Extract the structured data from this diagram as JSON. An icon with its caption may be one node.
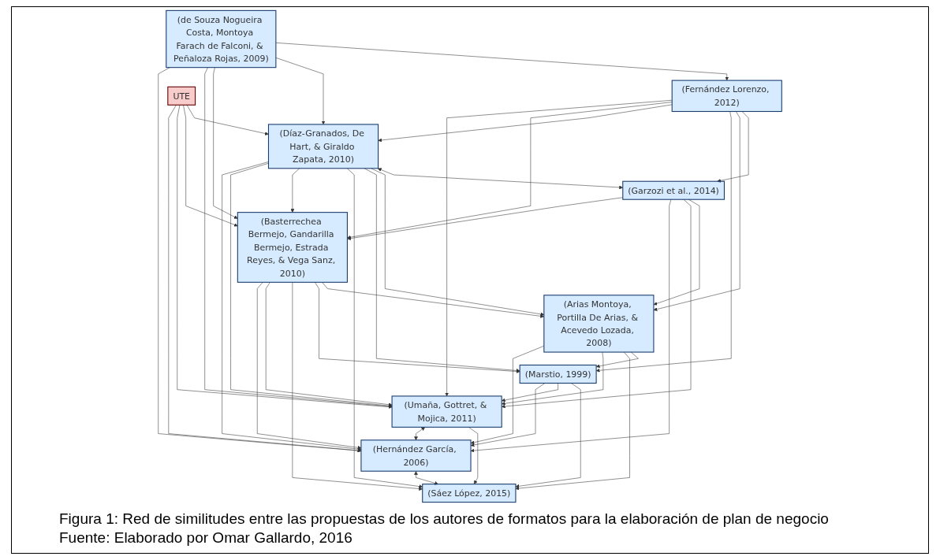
{
  "diagram": {
    "caption": "Figura 1: Red de similitudes entre las propuestas de los autores de formatos para la elaboración de plan de negocio",
    "nodes": [
      {
        "text": [
          "(Arias Montoya, Portilla De Arias, & Acevedo Lozada, 2008)"
        ]
      },
      {
        "text": [
          "(Garzozi et al., 2014)"
        ]
      },
      {
        "text": [
          "(Marstio, 1999)"
        ]
      },
      {
        "text": [
          "(Fernández Lorenzo, 2012)"
        ]
      },
      {
        "text": [
          "(Sáez López, 2015)"
        ]
      },
      {
        "text": [
          "(Basterrechea Bermejo, Gandarilla Bermejo, Estrada Reyes, & Vega Sanz, 2010)"
        ]
      },
      {
        "text": [
          "(Díaz-Granados, De Hart, & Giraldo Zapata, 2010)"
        ]
      },
      {
        "text": [
          "(de Souza Nogueira Costa, Montoya Farach de Falconi, & Peñaloza Rojas, 2009)"
        ]
      },
      {
        "text": [
          "(Umaña, Gottret, & Mojica, 2011)"
        ]
      },
      {
        "text": [
          "(Hernández García, 2006)"
        ]
      },
      {
        "text": [
          "UTE"
        ]
      }
    ],
    "edges": [
      {
        "from": 3,
        "to": 1,
        "arrow": "to"
      },
      {
        "from": 3,
        "to": 0,
        "arrow": "to"
      },
      {
        "from": 3,
        "to": 2,
        "arrow": "to"
      },
      {
        "from": 7,
        "to": 3,
        "arrow": "to"
      },
      {
        "from": 3,
        "to": 6,
        "arrow": "to"
      },
      {
        "from": 3,
        "to": 5,
        "arrow": "to"
      },
      {
        "from": 3,
        "to": 8,
        "arrow": "to"
      },
      {
        "from": 1,
        "to": 0,
        "arrow": "to"
      },
      {
        "from": 6,
        "to": 1,
        "arrow": "both"
      },
      {
        "from": 1,
        "to": 8,
        "arrow": "to"
      },
      {
        "from": 1,
        "to": 9,
        "arrow": "to"
      },
      {
        "from": 1,
        "to": 5,
        "arrow": "to"
      },
      {
        "from": 0,
        "to": 2,
        "arrow": "to"
      },
      {
        "from": 0,
        "to": 4,
        "arrow": "to"
      },
      {
        "from": 0,
        "to": 8,
        "arrow": "to"
      },
      {
        "from": 0,
        "to": 9,
        "arrow": "to"
      },
      {
        "from": 6,
        "to": 0,
        "arrow": "to"
      },
      {
        "from": 5,
        "to": 0,
        "arrow": "to"
      },
      {
        "from": 2,
        "to": 4,
        "arrow": "to"
      },
      {
        "from": 2,
        "to": 8,
        "arrow": "to"
      },
      {
        "from": 2,
        "to": 9,
        "arrow": "to"
      },
      {
        "from": 6,
        "to": 2,
        "arrow": "to"
      },
      {
        "from": 5,
        "to": 2,
        "arrow": "to"
      },
      {
        "from": 5,
        "to": 4,
        "arrow": "to"
      },
      {
        "from": 6,
        "to": 4,
        "arrow": "to"
      },
      {
        "from": 8,
        "to": 4,
        "arrow": "to"
      },
      {
        "from": 9,
        "to": 4,
        "arrow": "both"
      },
      {
        "from": 7,
        "to": 6,
        "arrow": "to"
      },
      {
        "from": 7,
        "to": 5,
        "arrow": "to"
      },
      {
        "from": 7,
        "to": 8,
        "arrow": "to"
      },
      {
        "from": 7,
        "to": 9,
        "arrow": "to"
      },
      {
        "from": 6,
        "to": 5,
        "arrow": "to"
      },
      {
        "from": 5,
        "to": 8,
        "arrow": "to"
      },
      {
        "from": 5,
        "to": 9,
        "arrow": "to"
      },
      {
        "from": 6,
        "to": 8,
        "arrow": "to"
      },
      {
        "from": 6,
        "to": 9,
        "arrow": "to"
      },
      {
        "from": 10,
        "to": 6,
        "arrow": "to"
      },
      {
        "from": 10,
        "to": 5,
        "arrow": "to"
      },
      {
        "from": 10,
        "to": 8,
        "arrow": "to"
      },
      {
        "from": 10,
        "to": 9,
        "arrow": "to"
      },
      {
        "from": 8,
        "to": 9,
        "arrow": "both"
      }
    ],
    "labels": [
      "Fuente: Elaborado por Omar Gallardo, 2016"
    ]
  }
}
